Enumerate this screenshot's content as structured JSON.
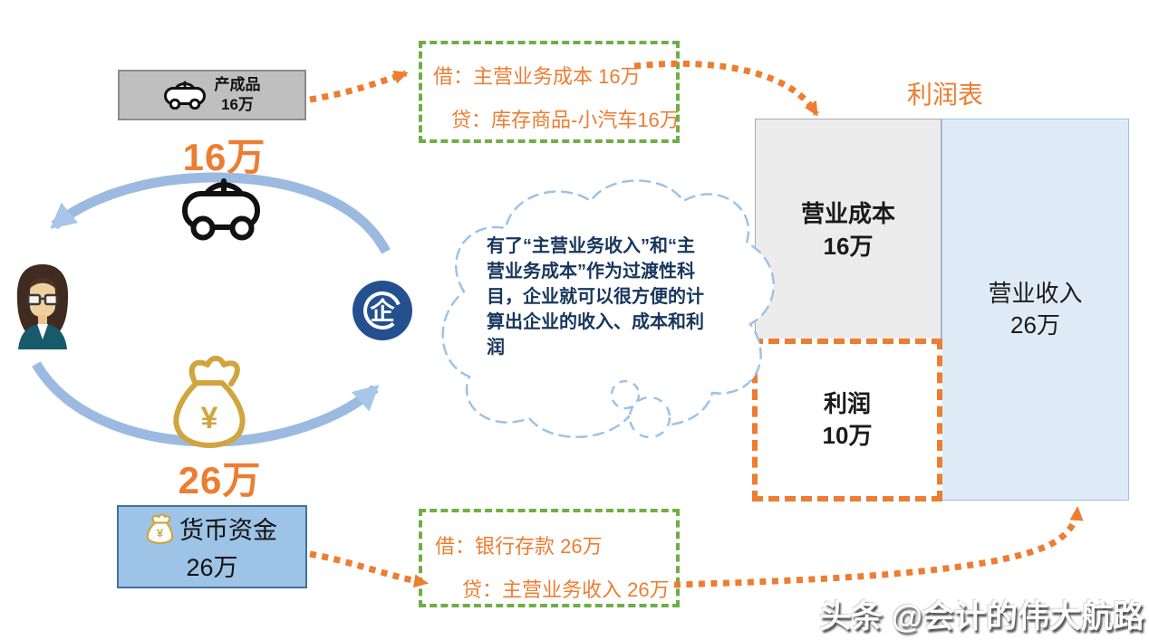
{
  "colors": {
    "accent_orange": "#ED7D31",
    "journal_green": "#6FAE46",
    "arc_blue": "#9CBADF",
    "cloud_blue": "#9DC3E6",
    "bubble_text_navy": "#17365D",
    "enterprise_blue": "#24508F",
    "money_gold": "#D0A53E",
    "cash_box_fill": "#9DC3E6",
    "revenue_fill": "#DEEBF7",
    "cost_fill": "#ECECEC",
    "product_fill": "#BFBFBF"
  },
  "product_box": {
    "label": "产成品",
    "amount": "16万"
  },
  "flow_labels": {
    "goods": "16万",
    "money": "26万"
  },
  "cash_box": {
    "label": "货币资金",
    "amount": "26万"
  },
  "journal_cost": {
    "debit": "借：主营业务成本 16万",
    "credit": "贷：库存商品-小汽车16万"
  },
  "journal_revenue": {
    "debit": "借：银行存款 26万",
    "credit": "贷：主营业务收入 26万"
  },
  "income_statement": {
    "title": "利润表",
    "cost_label": "营业成本",
    "cost_amount": "16万",
    "revenue_label": "营业收入",
    "revenue_amount": "26万",
    "profit_label": "利润",
    "profit_amount": "10万"
  },
  "thought_bubble": {
    "text": "有了“主营业务收入”和“主营业务成本”作为过渡性科目，企业就可以很方便的计算出企业的收入、成本和利润"
  },
  "enterprise_icon_char": "企",
  "currency_symbol": "¥",
  "watermark": "头条 @会计的伟大航路"
}
